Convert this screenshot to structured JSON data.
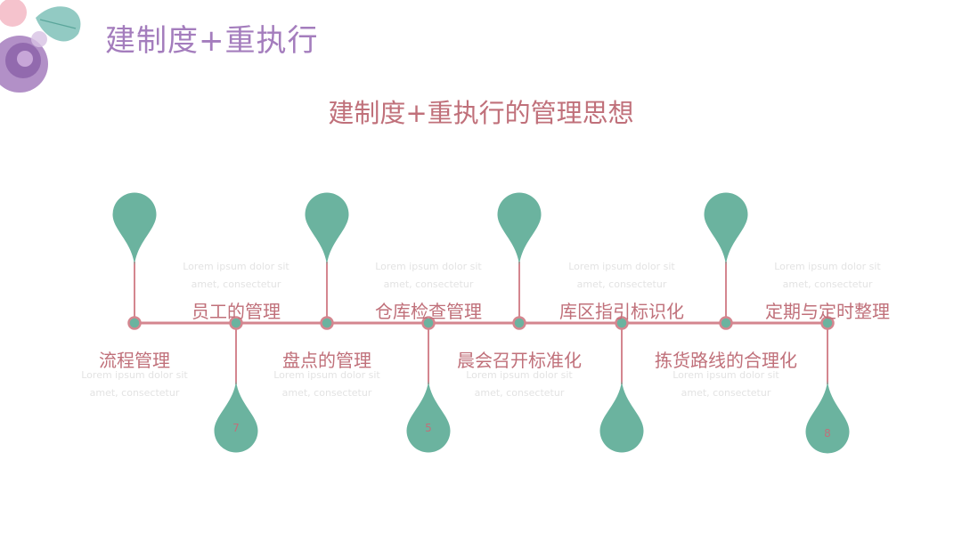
{
  "header": {
    "title": "建制度+重执行"
  },
  "diagram": {
    "subtitle": "建制度+重执行的管理思想",
    "colors": {
      "line": "#d4868f",
      "drop": "#6bb39f",
      "text": "#c0707a"
    },
    "placeholder_lines": [
      "Lorem ipsum dolor sit",
      "amet, consectetur"
    ],
    "up_nodes": [
      {
        "label": "员工的管理"
      },
      {
        "label": "仓库检查管理"
      },
      {
        "label": "库区指引标识化"
      },
      {
        "label": "定期与定时整理"
      }
    ],
    "down_nodes": [
      {
        "label": "流程管理"
      },
      {
        "label": "盘点的管理"
      },
      {
        "label": "晨会召开标准化"
      },
      {
        "label": "拣货路线的合理化"
      }
    ],
    "drop_numbers": [
      "7",
      "5",
      "",
      "8"
    ]
  }
}
